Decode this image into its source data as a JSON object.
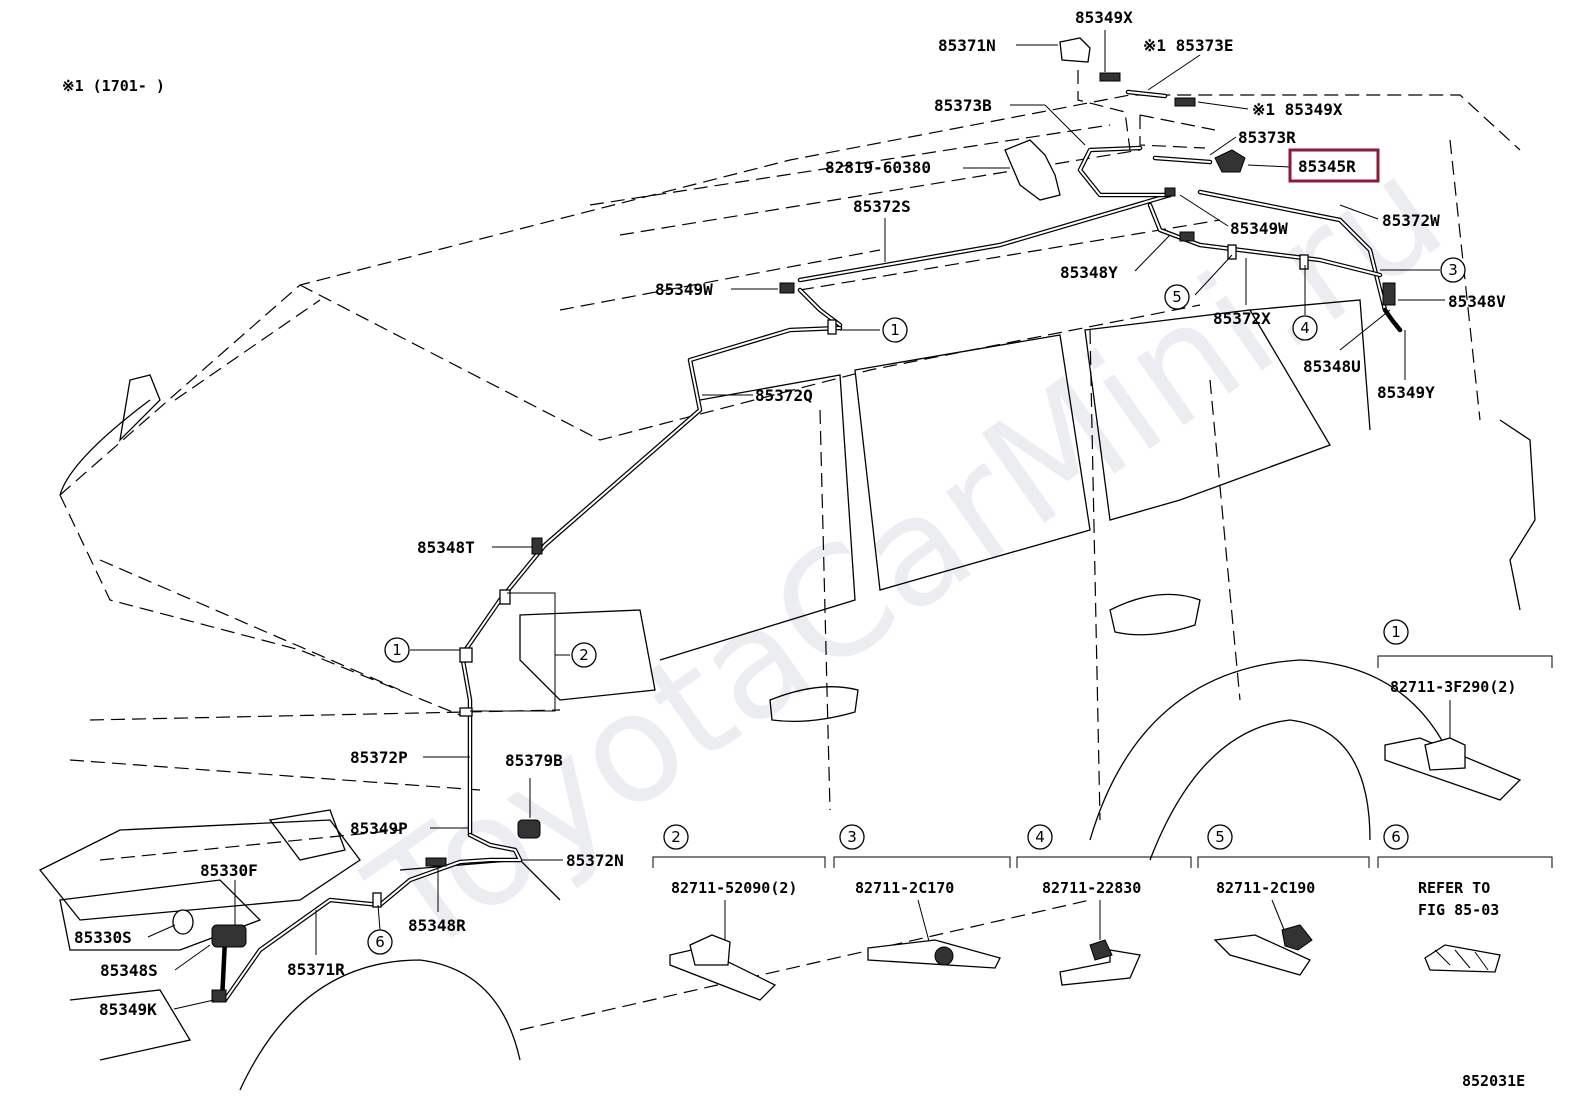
{
  "note": "※1 (1701-      )",
  "diagram_code": "852031E",
  "watermark": "ToyotaCarMini.ru",
  "highlight_color": "#8b1a3a",
  "labels": {
    "p85349X_top": "85349X",
    "p85371N": "85371N",
    "p85373E": "※1 85373E",
    "p85373B": "85373B",
    "p85349X_r": "※1 85349X",
    "p85373R": "85373R",
    "p82819": "82819-60380",
    "p85345R": "85345R",
    "p85372S": "85372S",
    "p85372W": "85372W",
    "p85349W_r": "85349W",
    "p85348Y": "85348Y",
    "p85349W_l": "85349W",
    "p85372X": "85372X",
    "p85348V": "85348V",
    "p85348U": "85348U",
    "p85349Y": "85349Y",
    "p85372Q": "85372Q",
    "p85348T": "85348T",
    "p85372P": "85372P",
    "p85379B": "85379B",
    "p85349P": "85349P",
    "p85372N": "85372N",
    "p85330F": "85330F",
    "p85330S": "85330S",
    "p85348S": "85348S",
    "p85348R": "85348R",
    "p85371R": "85371R",
    "p85349K": "85349K"
  },
  "callouts": {
    "c1": "1",
    "c2": "2",
    "c3": "3",
    "c4": "4",
    "c5": "5",
    "c6": "6"
  },
  "insets": [
    {
      "num": "1",
      "part": "82711-3F290(2)"
    },
    {
      "num": "2",
      "part": "82711-52090(2)"
    },
    {
      "num": "3",
      "part": "82711-2C170"
    },
    {
      "num": "4",
      "part": "82711-22830"
    },
    {
      "num": "5",
      "part": "82711-2C190"
    },
    {
      "num": "6",
      "line1": "REFER TO",
      "line2": "FIG 85-03"
    }
  ]
}
